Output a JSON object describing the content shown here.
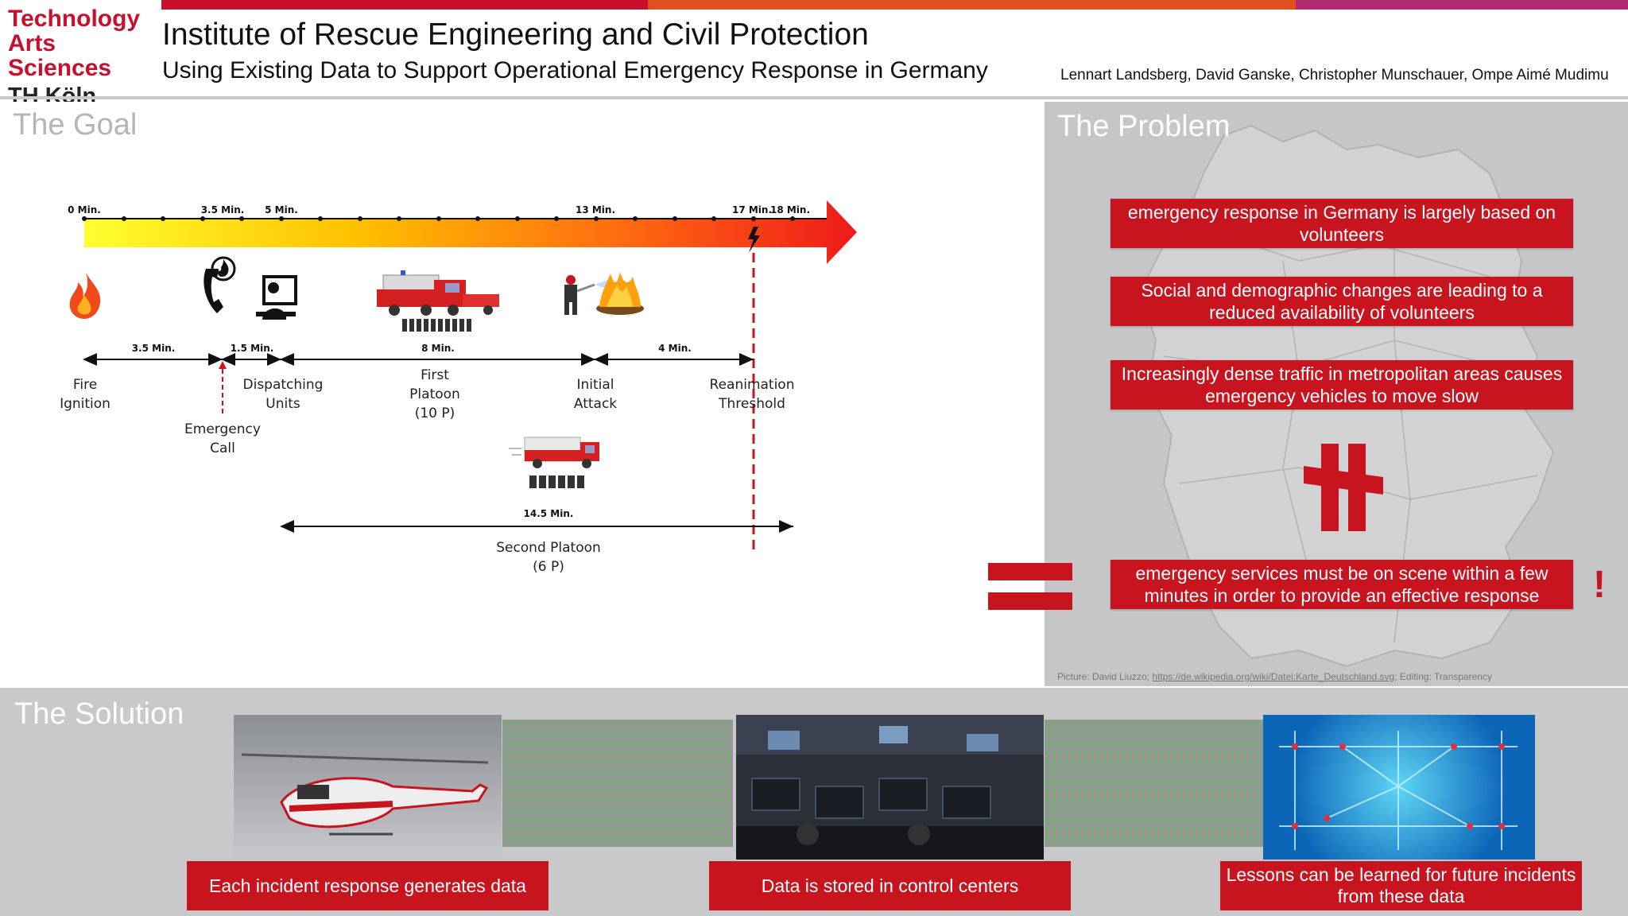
{
  "header": {
    "logo": {
      "line1": "Technology",
      "line2": "Arts Sciences",
      "line3": "TH Köln"
    },
    "title": "Institute of Rescue Engineering and Civil Protection",
    "subtitle": "Using Existing Data to Support Operational Emergency Response in Germany",
    "authors": "Lennart Landsberg, David Ganske, Christopher Munschauer, Ompe Aimé Mudimu",
    "bar_colors": [
      "#c8102e",
      "#e0501f",
      "#b02a6e"
    ]
  },
  "goal": {
    "title": "The Goal",
    "timeline": {
      "ticks": [
        "0 Min.",
        "3.5 Min.",
        "5 Min.",
        "13 Min.",
        "17 Min.",
        "18 Min."
      ],
      "spans": [
        "3.5 Min.",
        "1.5 Min.",
        "8 Min.",
        "4 Min."
      ],
      "second_span": "14.5 Min.",
      "events": [
        {
          "line1": "Fire",
          "line2": "Ignition"
        },
        {
          "line1": "Emergency",
          "line2": "Call"
        },
        {
          "line1": "Dispatching",
          "line2": "Units"
        },
        {
          "line1": "First",
          "line2": "Platoon",
          "line3": "(10 P)"
        },
        {
          "line1": "Initial",
          "line2": "Attack"
        },
        {
          "line1": "Reanimation",
          "line2": "Threshold"
        }
      ],
      "second": {
        "line1": "Second Platoon",
        "line2": "(6 P)"
      }
    }
  },
  "problem": {
    "title": "The Problem",
    "items": [
      "emergency response in Germany is largely based on volunteers",
      "Social and demographic changes are leading to a reduced availability of volunteers",
      "Increasingly dense traffic in metropolitan areas causes emergency vehicles to move slow"
    ],
    "conclusion": "emergency services must be on scene within a few minutes in order to provide an effective response",
    "exclamation": "!",
    "credit_prefix": "Picture: David Liuzzo; ",
    "credit_link": "https://de.wikipedia.org/wiki/Datei:Karte_Deutschland.svg",
    "credit_suffix": "; Editing: Transparency"
  },
  "solution": {
    "title": "The Solution",
    "boxes": [
      "Each incident response generates data",
      "Data is stored in control centers",
      "Lessons can be learned for future incidents from these data"
    ]
  },
  "colors": {
    "accent_red": "#c8141e",
    "panel_gray": "#c6c6c8"
  }
}
